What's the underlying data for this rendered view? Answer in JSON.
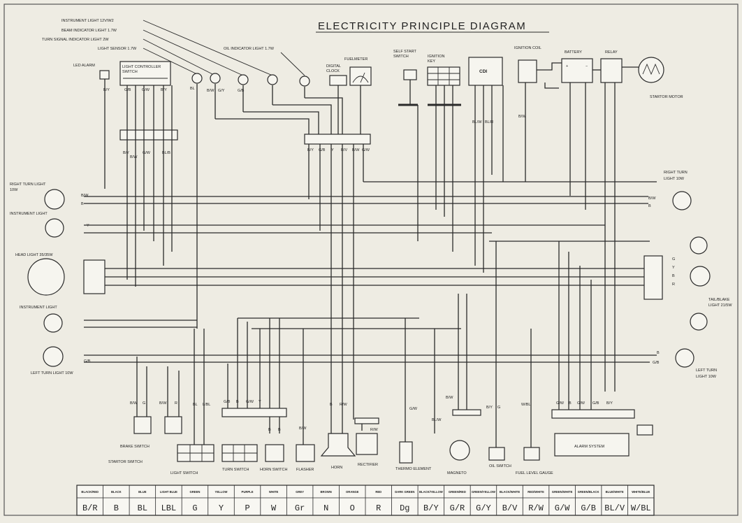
{
  "title": "ELECTRICITY PRINCIPLE DIAGRAM",
  "indicator_labels": [
    "INSTRUMENT LIGHT 12V/W2",
    "BEAM INDICATOR LIGHT 1.7W",
    "TURN SIGNAL INDICATOR LIGHT 2W",
    "LIGHT SENSOR 1.7W"
  ],
  "components": {
    "led_alarm": "LED ALARM",
    "light_controller_switch": [
      "LIGHT CONTROLLER",
      "SWITCH"
    ],
    "oil_indicator_light": "OIL INDICATOR LIGHT 1.7W",
    "digital_clock": [
      "DIGITAL",
      "CLOCK"
    ],
    "fuelmeter": "FUELMETER",
    "self_start_switch": [
      "SELF START",
      "SWITCH"
    ],
    "ignition_key": [
      "IGNITION",
      "KEY"
    ],
    "cdi": "CDI",
    "ignition_coil": "IGNITION COIL",
    "battery": "BATTERY",
    "relay": "RELAY",
    "starter_motor": "STARTOR MOTOR",
    "right_turn_light_left": [
      "RIGHT TURN LIGHT",
      "10W"
    ],
    "instrument_light_top": "INSTRUMENT LIGHT",
    "head_light": "HEAD LIGHT 35/35W",
    "instrument_light_bottom": "INSTRUMENT LIGHT",
    "left_turn_light_left": "LEFT TURN LIGHT 10W",
    "right_turn_light_right": [
      "RIGHT TURN",
      "LIGHT 10W"
    ],
    "tail_light": [
      "TAIL/BLAKE",
      "LIGHT 21/5W"
    ],
    "left_turn_light_right": [
      "LEFT TURN",
      "LIGHT 10W"
    ],
    "brake_switch": "BRAKE SWITCH",
    "starter_switch": "STARTOR SWITCH",
    "light_switch": "LIGHT SWITCH",
    "turn_switch": "TURN SWITCH",
    "horn_switch": "HORN SWITCH",
    "flasher": "FLASHER",
    "horn": "HORN",
    "rectifier": "RECTIFIER",
    "thermo_element": "THERMO ELEMENT",
    "magneto": "MAGNETO",
    "oil_switch": "OIL SWITCH",
    "fuel_level_gauge": "FUEL LEVEL GAUGE",
    "alarm_system": "ALARM SYSTEM"
  },
  "wire_tags": {
    "led": "B/Y",
    "lc": [
      "G/B",
      "G/W",
      "B/Y"
    ],
    "ind": [
      "BL",
      "B/W",
      "G/Y",
      "G/B"
    ],
    "conn_top": [
      "B/Y",
      "B/W",
      "G/W",
      "BL/B"
    ],
    "fuel": [
      "B/Y",
      "G/B",
      "Y",
      "R/V",
      "B/W",
      "G/W"
    ],
    "cdi_tags": [
      "BL/W",
      "BL/R"
    ],
    "coil": "B/W",
    "rt_left": [
      "B/W",
      "B"
    ],
    "inst_left": "Y",
    "lt_left": "G/B",
    "rt_right": [
      "B/W",
      "B"
    ],
    "lt_right": [
      "B",
      "G/B"
    ],
    "tail": [
      "G",
      "Y",
      "B",
      "R"
    ],
    "brake": [
      "B/W",
      "G"
    ],
    "starter": [
      "B/W",
      "R"
    ],
    "lightsw": [
      "BL",
      "L/BL"
    ],
    "turnsw": [
      "G/B",
      "B",
      "G/W",
      "Y"
    ],
    "hornsw": [
      "B",
      "B"
    ],
    "flasher": "B/W",
    "horn": [
      "B",
      "R/W"
    ],
    "rect": "R/W",
    "thermo": "G/W",
    "magneto": [
      "B/W",
      "BL/W"
    ],
    "oilsw": [
      "B/Y",
      "G"
    ],
    "fuelgauge": "W/BL",
    "alarm": [
      "G/W",
      "B",
      "G/W",
      "G/B",
      "B/Y"
    ]
  },
  "color_code": [
    {
      "name": "BLACK/RED",
      "code": "B/R"
    },
    {
      "name": "BLACK",
      "code": "B"
    },
    {
      "name": "BLUE",
      "code": "BL"
    },
    {
      "name": "LIGHT BLUE",
      "code": "LBL"
    },
    {
      "name": "GREEN",
      "code": "G"
    },
    {
      "name": "YELLOW",
      "code": "Y"
    },
    {
      "name": "PURPLE",
      "code": "P"
    },
    {
      "name": "WHITE",
      "code": "W"
    },
    {
      "name": "GREY",
      "code": "Gr"
    },
    {
      "name": "BROWN",
      "code": "N"
    },
    {
      "name": "ORANGE",
      "code": "O"
    },
    {
      "name": "RED",
      "code": "R"
    },
    {
      "name": "DARK GREEN",
      "code": "Dg"
    },
    {
      "name": "BLACK/YELLOW",
      "code": "B/Y"
    },
    {
      "name": "GREEN/RED",
      "code": "G/R"
    },
    {
      "name": "GREEN/YELLOW",
      "code": "G/Y"
    },
    {
      "name": "BLACK/WHITE",
      "code": "B/V"
    },
    {
      "name": "RED/WHITE",
      "code": "R/W"
    },
    {
      "name": "GREEN/WHITE",
      "code": "G/W"
    },
    {
      "name": "GREEN/BLACK",
      "code": "G/B"
    },
    {
      "name": "BLUE/WHITE",
      "code": "BL/V"
    },
    {
      "name": "WHITE/BLUE",
      "code": "W/BL"
    }
  ]
}
